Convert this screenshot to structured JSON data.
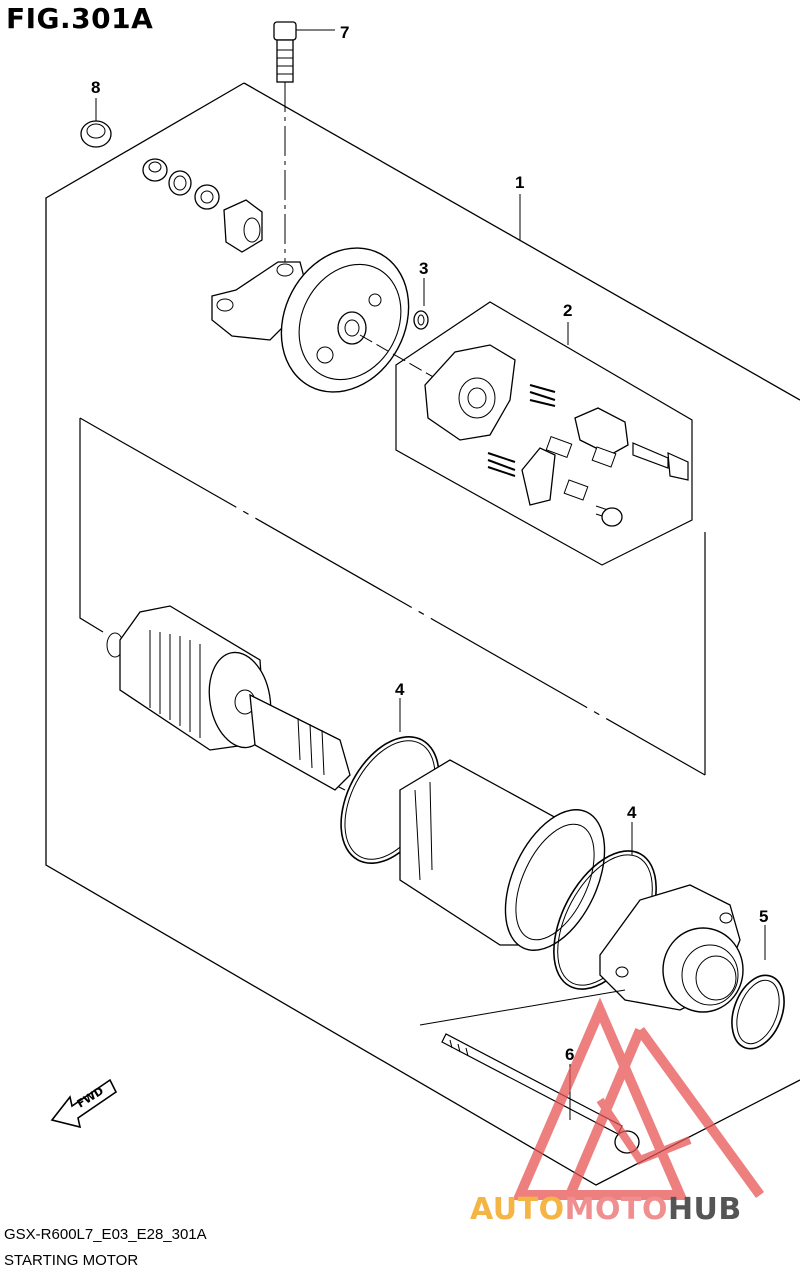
{
  "figure": {
    "title": "FIG.301A",
    "model_code": "GSX-R600L7_E03_E28_301A",
    "name": "STARTING MOTOR"
  },
  "callouts": {
    "c1": "1",
    "c2": "2",
    "c3": "3",
    "c4a": "4",
    "c4b": "4",
    "c5": "5",
    "c6": "6",
    "c7": "7",
    "c8": "8"
  },
  "fwd_label": "FWD",
  "watermark": {
    "part1": "AUTO",
    "part2": "MOTO",
    "part3": "HUB",
    "colors": {
      "auto": "#f5b544",
      "moto": "#ef8f8f",
      "hub": "#555555"
    }
  }
}
